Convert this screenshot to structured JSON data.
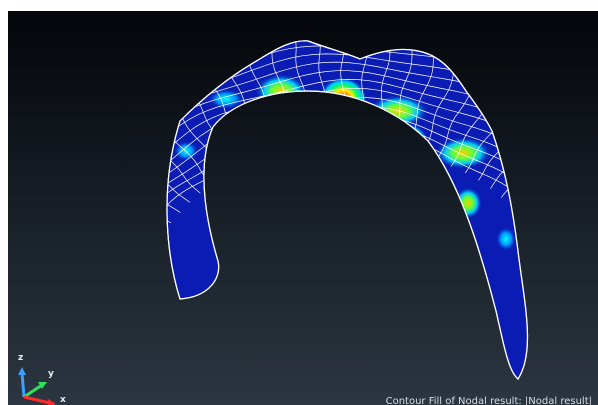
{
  "viewport": {
    "background_top": "#04060a",
    "background_bottom": "#2c3640",
    "mesh_color": "#ffffff",
    "base_color": "#0a1cb4"
  },
  "model": {
    "shape": "deformed ring segment with wavy edge and stress contour hotspots",
    "hotspot_colors": [
      "#00c8ff",
      "#00ff66",
      "#ffee00",
      "#ff7a00",
      "#e01010"
    ]
  },
  "triad": {
    "icon": "axis-triad-icon",
    "z_label": "z",
    "y_label": "y",
    "x_label": "x",
    "z_color": "#3aa0ff",
    "y_color": "#2ee05a",
    "x_color": "#ff2a2a"
  },
  "status": {
    "contour_legend": "Contour Fill of Nodal result: |Nodal result|"
  }
}
